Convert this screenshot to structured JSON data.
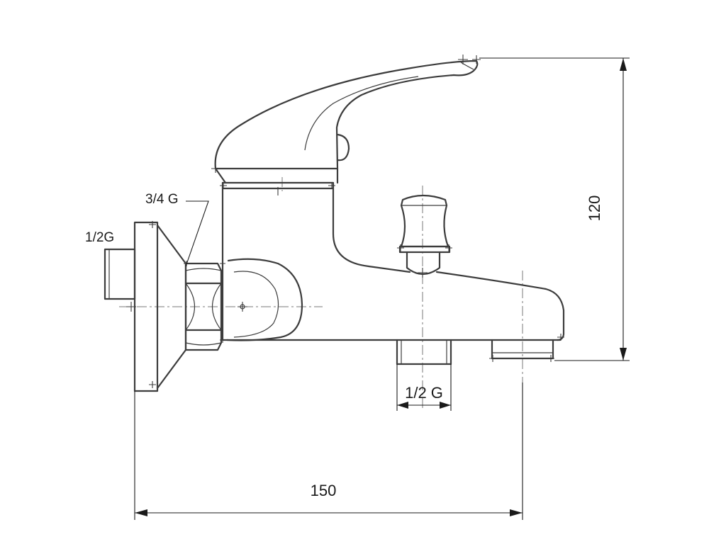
{
  "labels": {
    "inlet_thread": "1/2G",
    "wall_thread": "3/4 G",
    "shower_outlet_thread": "1/2 G"
  },
  "dimensions": {
    "overall_width": "150",
    "overall_height": "120"
  },
  "colors": {
    "line": "#3c3c3c",
    "centerline": "#7a7a7a",
    "dimension": "#1a1a1a",
    "background": "#ffffff"
  }
}
